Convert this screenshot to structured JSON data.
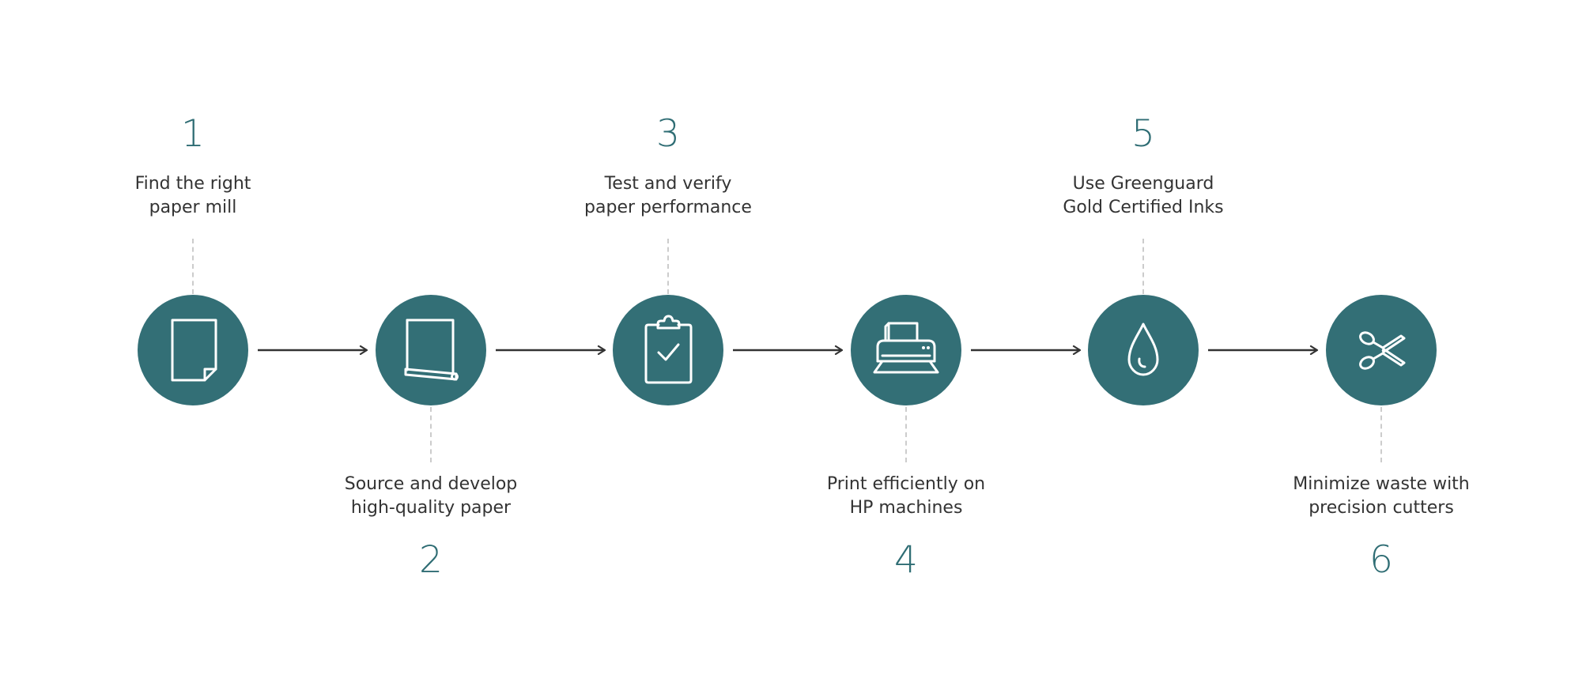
{
  "steps": [
    {
      "number": "1",
      "lines": [
        "Find the right",
        "paper mill"
      ],
      "icon": "paper-sheet-icon",
      "side": "top"
    },
    {
      "number": "2",
      "lines": [
        "Source and develop",
        "high-quality paper"
      ],
      "icon": "paper-roll-icon",
      "side": "bottom"
    },
    {
      "number": "3",
      "lines": [
        "Test and verify",
        "paper performance"
      ],
      "icon": "clipboard-check-icon",
      "side": "top"
    },
    {
      "number": "4",
      "lines": [
        "Print efficiently on",
        "HP machines"
      ],
      "icon": "printer-icon",
      "side": "bottom"
    },
    {
      "number": "5",
      "lines": [
        "Use Greenguard",
        "Gold Certified Inks"
      ],
      "icon": "ink-drop-icon",
      "side": "top"
    },
    {
      "number": "6",
      "lines": [
        "Minimize waste with",
        "precision cutters"
      ],
      "icon": "scissors-icon",
      "side": "bottom"
    }
  ],
  "colors": {
    "accent": "#336f76",
    "number": "#2f6d74",
    "text": "#333333",
    "arrow": "#333333",
    "connector": "#cccccc"
  }
}
